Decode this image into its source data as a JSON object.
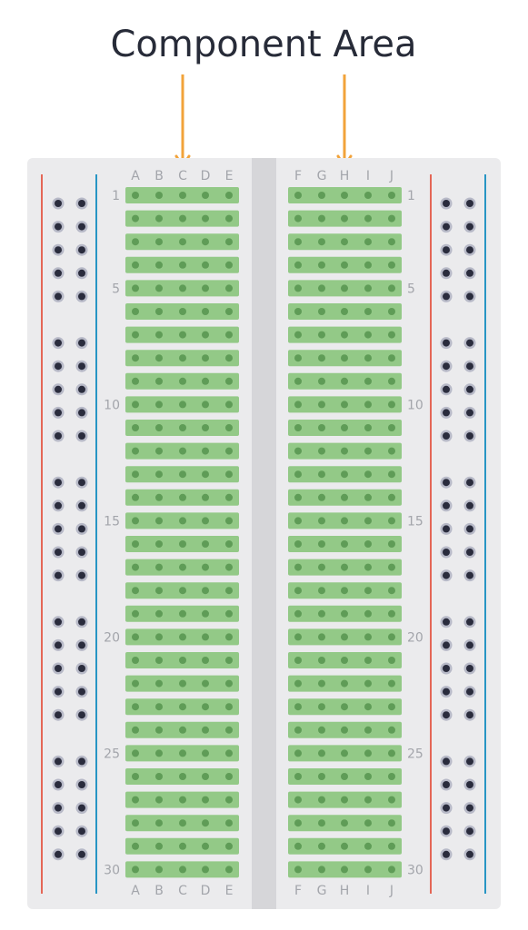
{
  "title": "Component Area",
  "colors": {
    "board": "#ebebed",
    "trench": "#d6d6d9",
    "strip": "#93c987",
    "strip_hole": "#5f9c57",
    "rail_hole_ring": "#b7b9c7",
    "rail_hole_center": "#2a2c3d",
    "rail_red": "#e46656",
    "rail_blue": "#2795c4",
    "arrow": "#f2a33a",
    "label": "#a3a5ab",
    "title": "#272b38"
  },
  "columns": {
    "left": [
      "A",
      "B",
      "C",
      "D",
      "E"
    ],
    "right": [
      "F",
      "G",
      "H",
      "I",
      "J"
    ]
  },
  "rows": 30,
  "row_labels": [
    "1",
    "5",
    "10",
    "15",
    "20",
    "25",
    "30"
  ],
  "arrows_point_to": [
    "C",
    "H"
  ]
}
